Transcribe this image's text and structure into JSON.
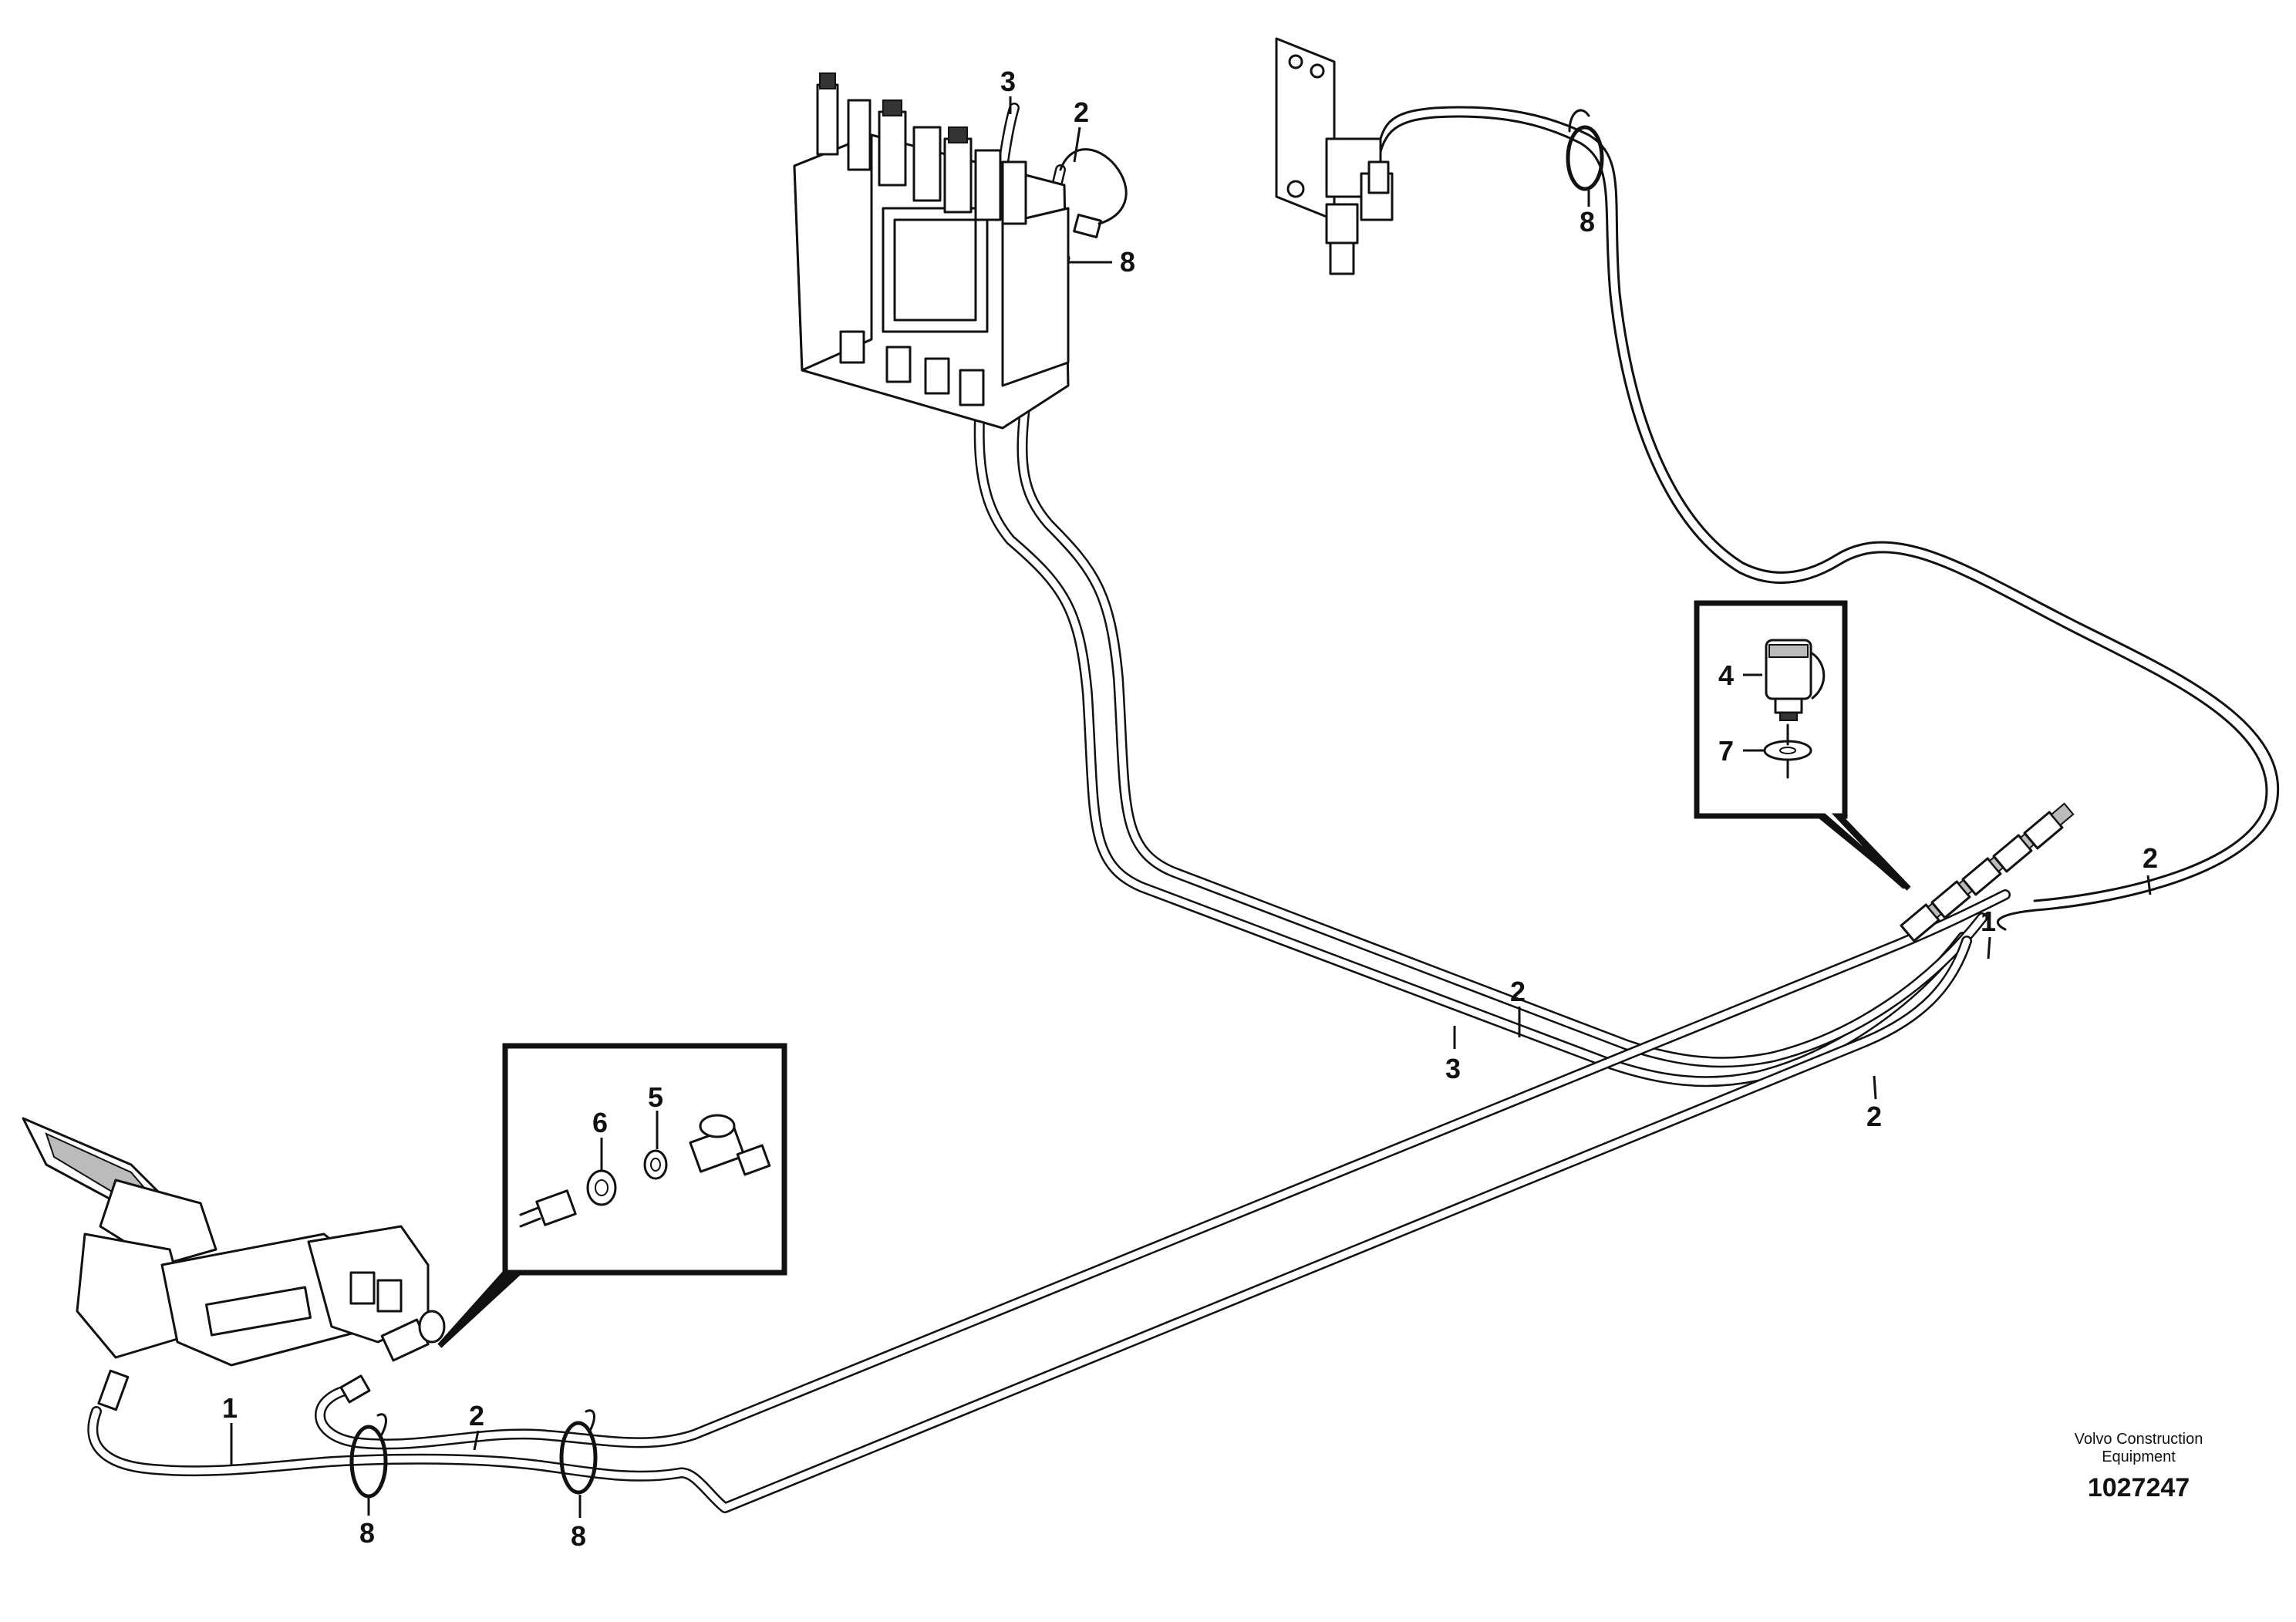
{
  "callouts": {
    "c1a": "1",
    "c1b": "1",
    "c2a": "2",
    "c2b": "2",
    "c2c": "2",
    "c2d": "2",
    "c2e": "2",
    "c3a": "3",
    "c3b": "3",
    "c4": "4",
    "c5": "5",
    "c6": "6",
    "c7": "7",
    "c8a": "8",
    "c8b": "8",
    "c8c": "8",
    "c8d": "8"
  },
  "footer": {
    "line1": "Volvo Construction",
    "line2": "Equipment",
    "number": "1027247"
  }
}
